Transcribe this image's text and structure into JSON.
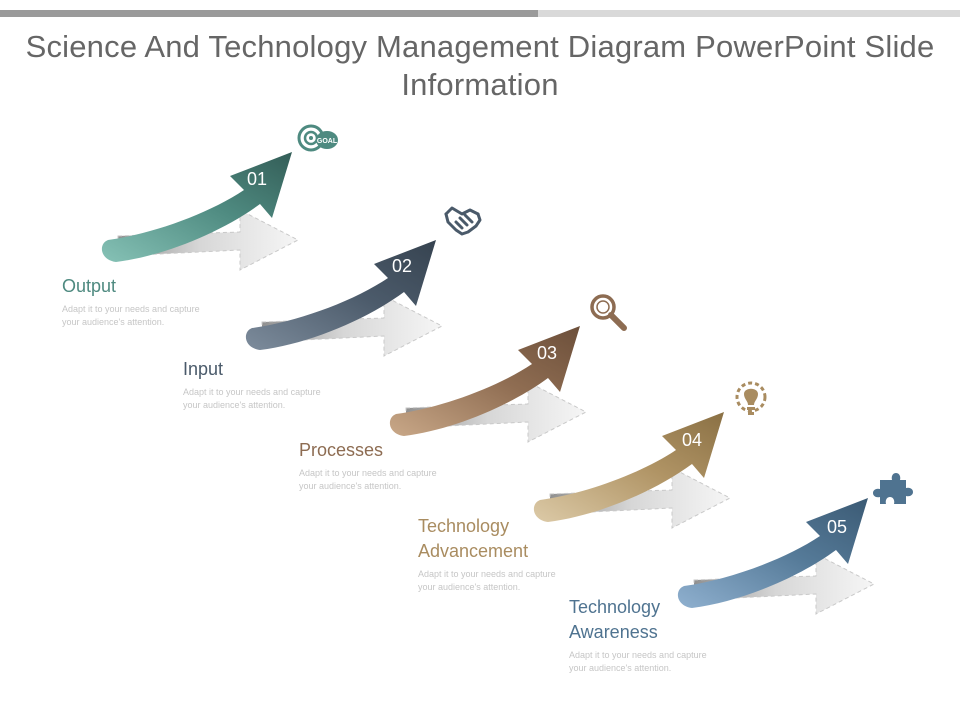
{
  "title": "Science And Technology Management Diagram PowerPoint Slide Information",
  "steps": [
    {
      "number": "01",
      "title": "Output",
      "description": "Adapt it to your needs and capture your audience's attention.",
      "color": "#4e8a80",
      "icon": "goal-icon"
    },
    {
      "number": "02",
      "title": "Input",
      "description": "Adapt it to your needs and capture your audience's attention.",
      "color": "#4a5a6a",
      "icon": "handshake-icon"
    },
    {
      "number": "03",
      "title": "Processes",
      "description": "Adapt it to your needs and capture your audience's attention.",
      "color": "#8d6c52",
      "icon": "magnifier-icon"
    },
    {
      "number": "04",
      "title": "Technology Advancement",
      "description": "Adapt it to your needs and capture your audience's attention.",
      "color": "#a98c60",
      "icon": "lightbulb-gear-icon"
    },
    {
      "number": "05",
      "title": "Technology Awareness",
      "description": "Adapt it to your needs and capture your audience's attention.",
      "color": "#4f7390",
      "icon": "puzzle-icon"
    }
  ],
  "goal_icon_text": "GOAL"
}
